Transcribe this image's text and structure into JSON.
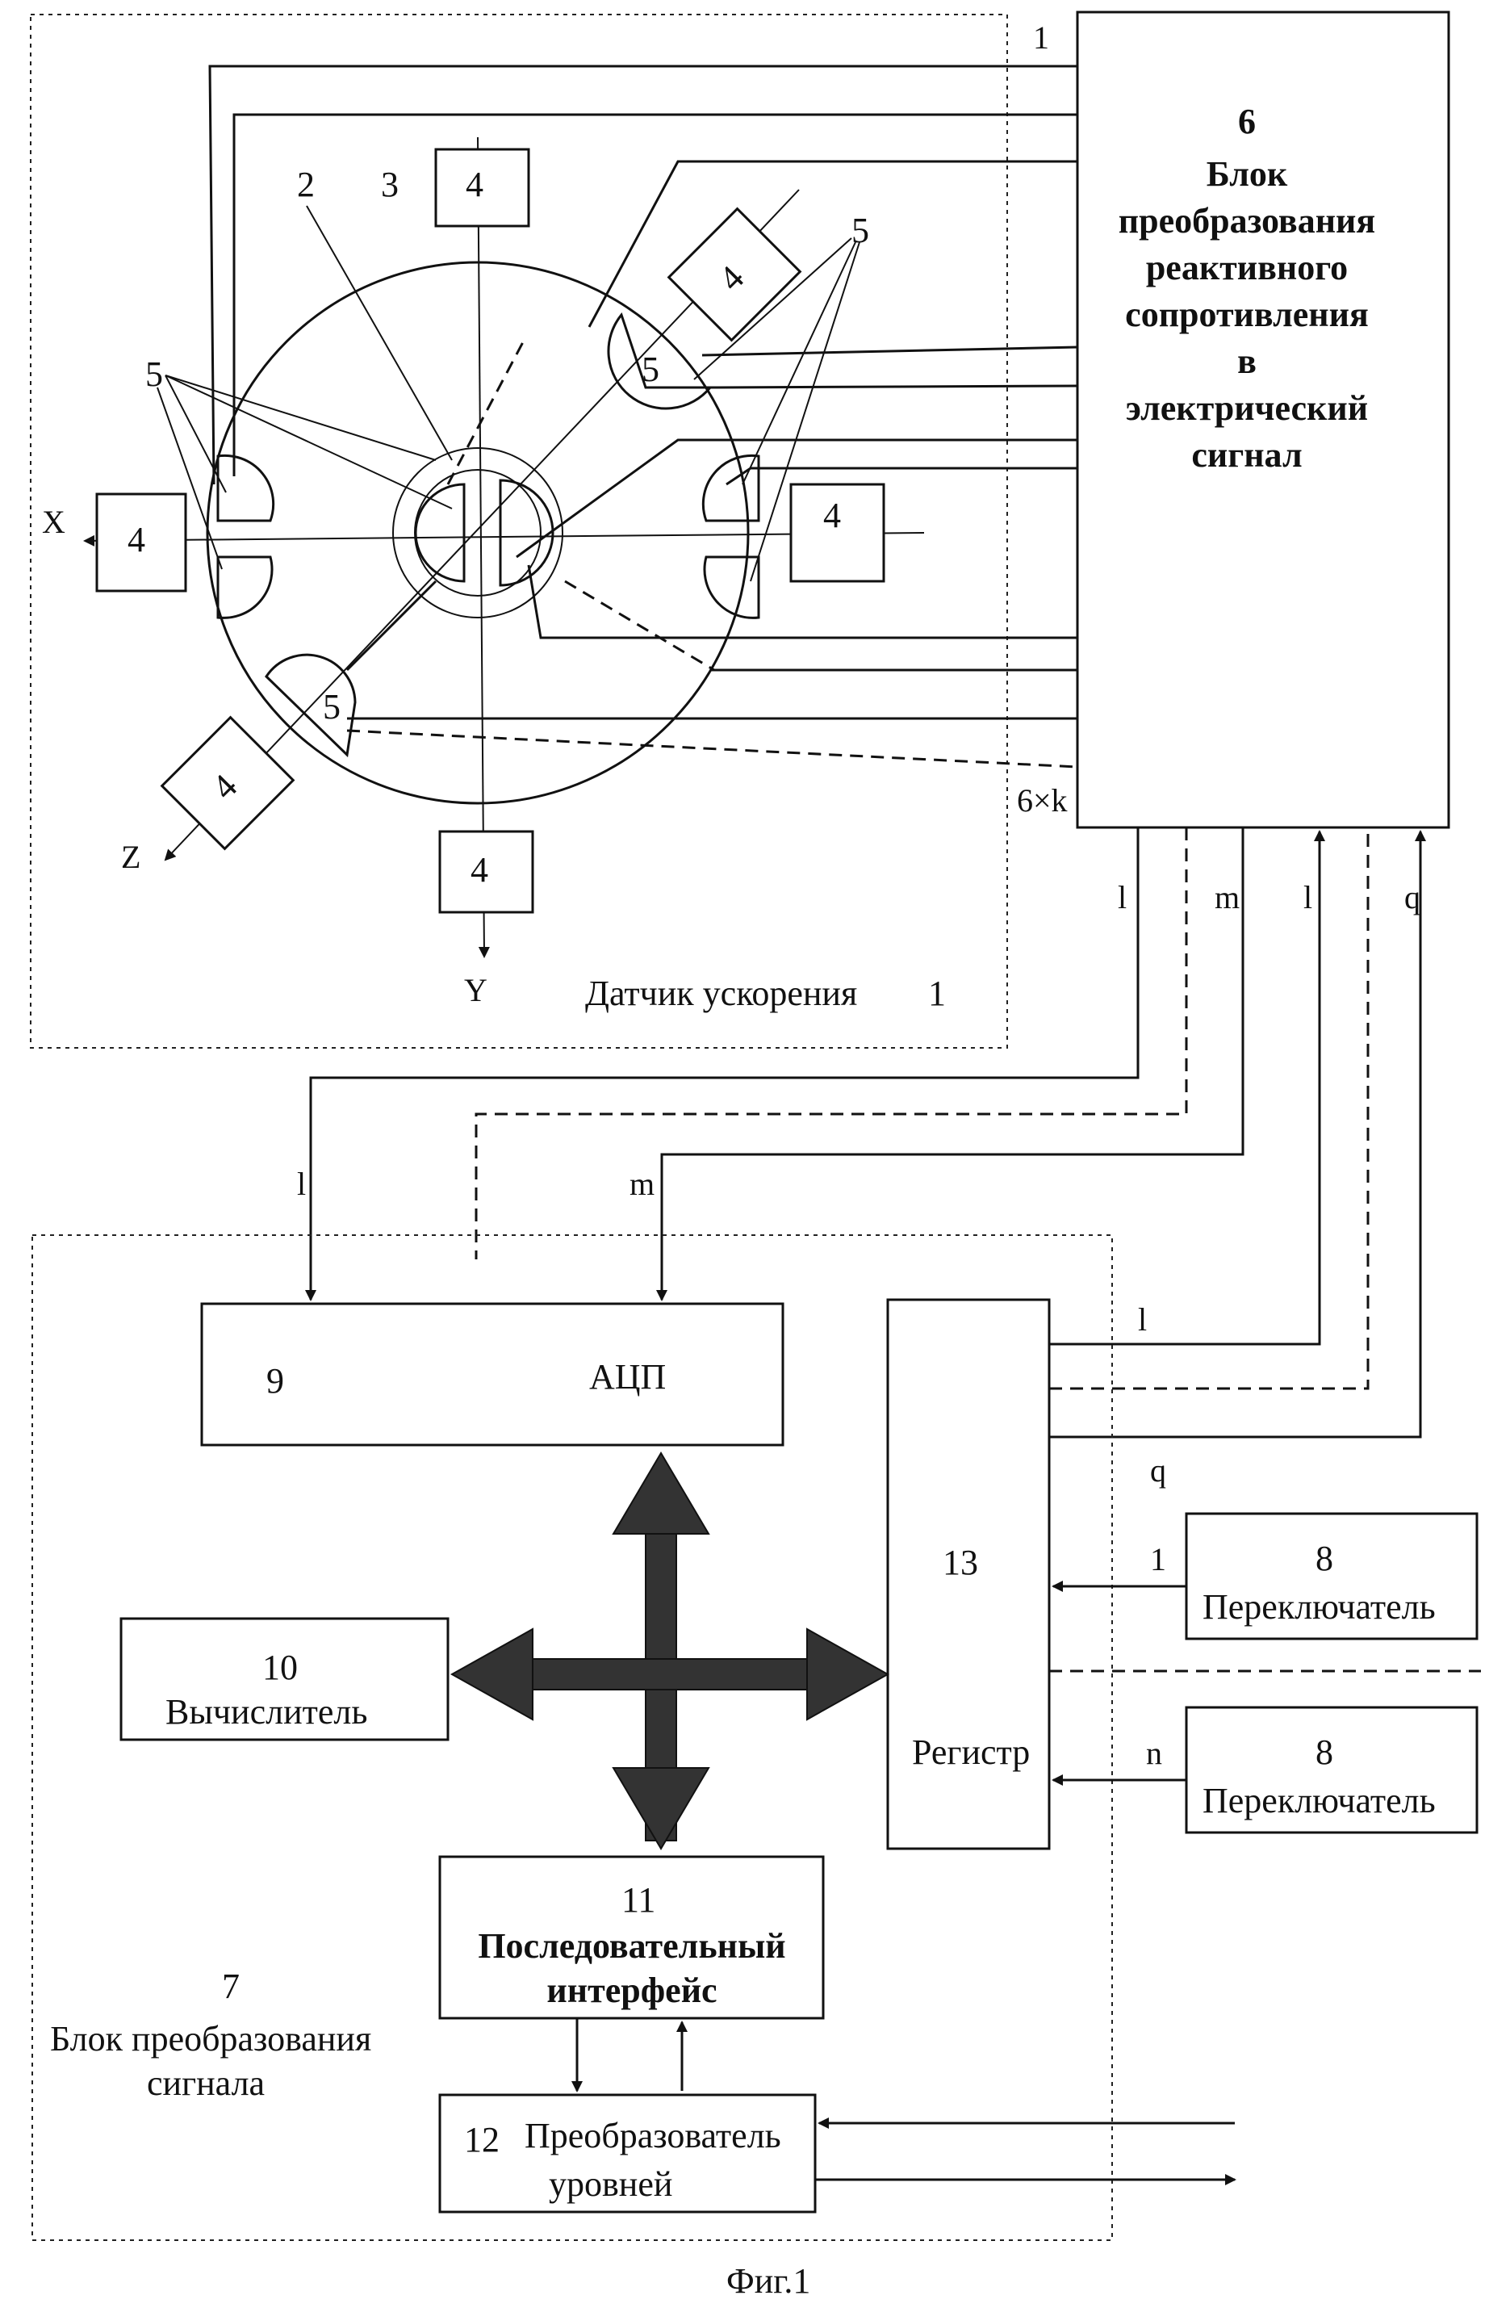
{
  "figure": {
    "caption": "Фиг.1",
    "sensor_label": "Датчик ускорения",
    "sensor_num": "1",
    "center_num_2": "2",
    "center_num_3": "3",
    "mass_label": "4",
    "plate_label": "5",
    "axis_x": "X",
    "axis_y": "Y",
    "axis_z": "Z",
    "block6_num": "6",
    "block6_lines": [
      "Блок",
      "преобразования",
      "реактивного",
      "сопротивления",
      "в",
      "электрический",
      "сигнал"
    ],
    "bus_6xk": "6×k",
    "bus_1": "1",
    "bus_l": "l",
    "bus_m": "m",
    "bus_q": "q",
    "bus_n": "n",
    "block7_num": "7",
    "block7_lines": [
      "Блок преобразования",
      "сигнала"
    ],
    "block9_num": "9",
    "block9_label": "АЦП",
    "block10_num": "10",
    "block10_label": "Вычислитель",
    "block11_num": "11",
    "block11_lines": [
      "Последовательный",
      "интерфейс"
    ],
    "block12_num": "12",
    "block12_lines": [
      "Преобразователь",
      "уровней"
    ],
    "block13_num": "13",
    "block13_label": "Регистр",
    "block8_num": "8",
    "block8_label": "Переключатель"
  }
}
